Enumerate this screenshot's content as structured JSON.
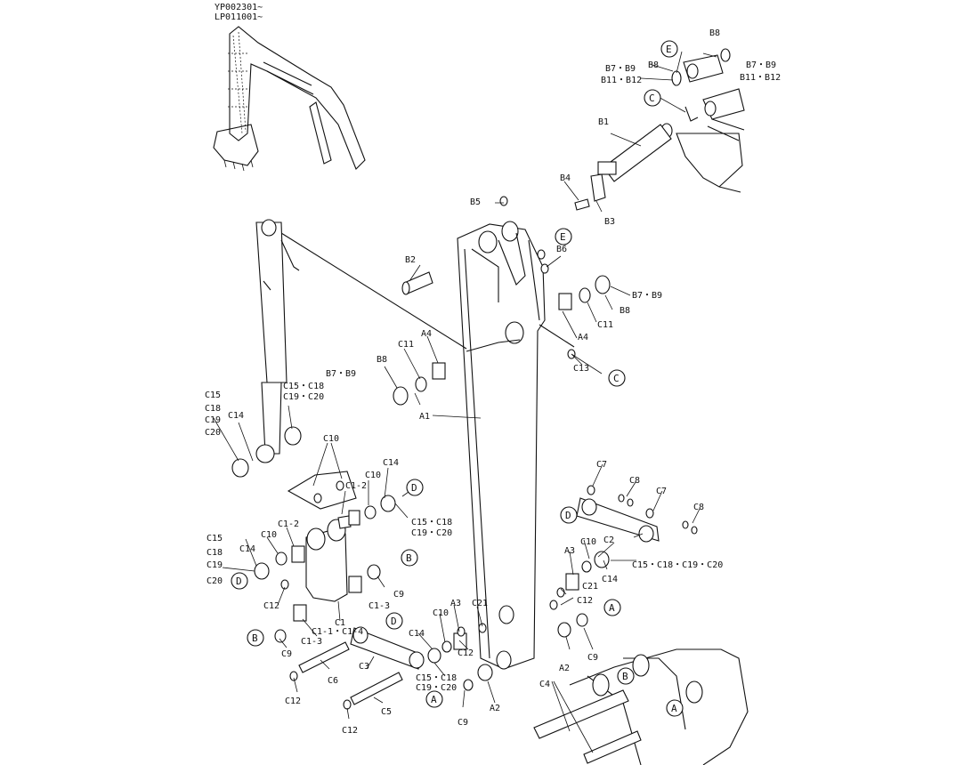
{
  "serials": [
    "YP002301~",
    "LP011001~"
  ],
  "labels": {
    "B8_tr": "B8",
    "B7B9_tr": "B7・B9",
    "B11B12_tr": "B11・B12",
    "B8_tl": "B8",
    "B7B9_tl": "B7・B9",
    "B11B12_tl": "B11・B12",
    "B1": "B1",
    "B4": "B4",
    "B3": "B3",
    "B5": "B5",
    "B6": "B6",
    "B2": "B2",
    "B7B9_r": "B7・B9",
    "B8_r": "B8",
    "C11_r": "C11",
    "A4_r": "A4",
    "C13": "C13",
    "A4_l": "A4",
    "C11_l": "C11",
    "B8_l": "B8",
    "B7B9_l": "B7・B9",
    "A1": "A1",
    "C15_a": "C15",
    "C18_a": "C18",
    "C19_a": "C19",
    "C20_a": "C20",
    "C14_a": "C14",
    "C15C18_a": "C15・C18",
    "C19C20_a": "C19・C20",
    "C10_a": "C10",
    "C1_2a": "C1-2",
    "C10_b": "C10",
    "C14_b": "C14",
    "C15C18_b": "C15・C18",
    "C19C20_b": "C19・C20",
    "C15_b": "C15",
    "C18_b": "C18",
    "C19_b": "C19",
    "C20_b": "C20",
    "C14_c": "C14",
    "C10_c": "C10",
    "C1_2b": "C1-2",
    "C12_a": "C12",
    "C9_a": "C9",
    "C1_3a": "C1-3",
    "C1": "C1",
    "C1_1": "C1-1・C1-4",
    "C1_3b": "C1-3",
    "C9_b": "C9",
    "C6": "C6",
    "C3": "C3",
    "C12_b": "C12",
    "C5": "C5",
    "C12_c": "C12",
    "C14_d": "C14",
    "C10_d": "C10",
    "A3_a": "A3",
    "C21_a": "C21",
    "C12_d": "C12",
    "C15C18_c": "C15・C18",
    "C19C20_c": "C19・C20",
    "C9_c": "C9",
    "A2_a": "A2",
    "C7_a": "C7",
    "C8_a": "C8",
    "C7_b": "C7",
    "C8_b": "C8",
    "C2": "C2",
    "C10_e": "C10",
    "A3_b": "A3",
    "C15C18C19C20": "C15・C18・C19・C20",
    "C14_e": "C14",
    "C21_b": "C21",
    "C12_e": "C12",
    "A2_b": "A2",
    "C9_d": "C9",
    "C4": "C4"
  },
  "circles": {
    "E_tr": "E",
    "C_tr": "C",
    "E_arm": "E",
    "C_mid": "C",
    "D_a": "D",
    "D_b": "D",
    "B_a": "B",
    "B_b": "B",
    "D_c": "D",
    "D_d": "D",
    "A_a": "A",
    "A_b": "A",
    "B_c": "B",
    "A_c": "A"
  }
}
